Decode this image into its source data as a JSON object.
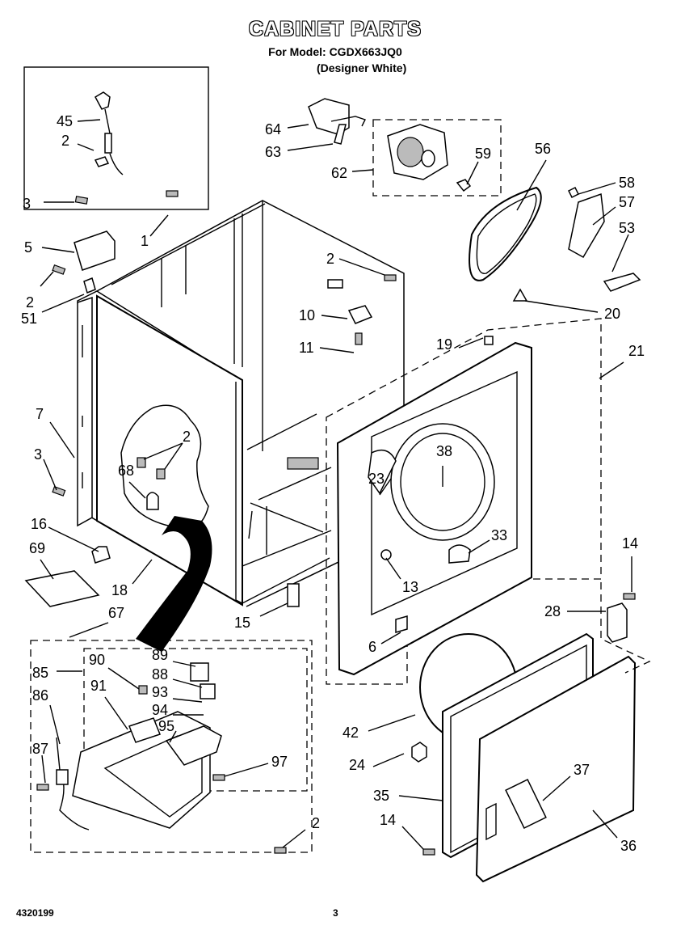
{
  "header": {
    "title": "CABINET PARTS",
    "model_line": "For Model: CGDX663JQ0",
    "color_line": "(Designer White)"
  },
  "footer": {
    "doc_code": "4320199",
    "page": "3"
  },
  "callouts": {
    "c45": "45",
    "c2a": "2",
    "c64": "64",
    "c63": "63",
    "c62": "62",
    "c59": "59",
    "c56": "56",
    "c58": "58",
    "c57": "57",
    "c53": "53",
    "c3a": "3",
    "c1": "1",
    "c5": "5",
    "c2b": "2",
    "c51": "51",
    "c2c": "2",
    "c10": "10",
    "c11": "11",
    "c20": "20",
    "c19": "19",
    "c21": "21",
    "c7": "7",
    "c2d": "2",
    "c3b": "3",
    "c68": "68",
    "c38": "38",
    "c23": "23",
    "c16": "16",
    "c69": "69",
    "c33": "33",
    "c13": "13",
    "c18": "18",
    "c15": "15",
    "c14a": "14",
    "c67": "67",
    "c28": "28",
    "c6": "6",
    "c85": "85",
    "c90": "90",
    "c89": "89",
    "c88": "88",
    "c86": "86",
    "c91": "91",
    "c93": "93",
    "c94": "94",
    "c95": "95",
    "c87": "87",
    "c97": "97",
    "c42": "42",
    "c24": "24",
    "c37": "37",
    "c35": "35",
    "c14b": "14",
    "c2e": "2",
    "c36": "36"
  }
}
